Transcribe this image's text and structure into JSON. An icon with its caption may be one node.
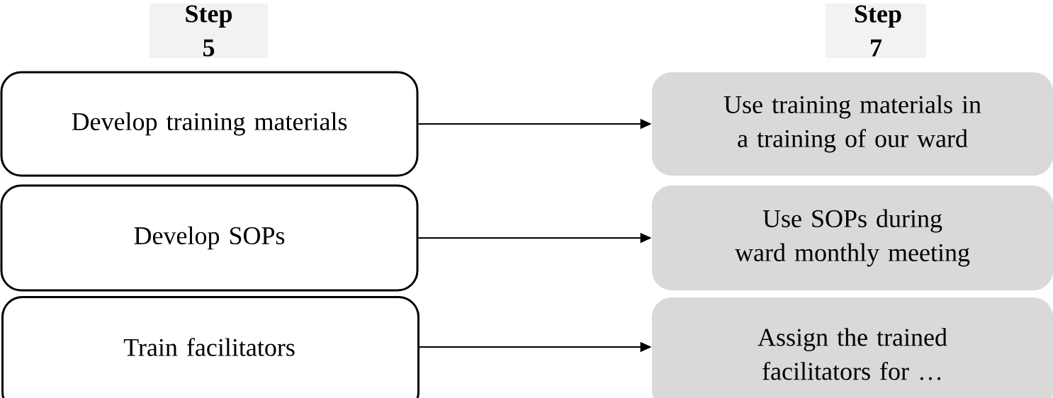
{
  "diagram": {
    "nodes": [
      {
        "text": [
          "Step 5"
        ]
      },
      {
        "text": [
          "Step 7"
        ]
      },
      {
        "text": [
          "Develop training materials"
        ]
      },
      {
        "text": [
          "Use training materials in a training of our ward"
        ]
      },
      {
        "text": [
          "Develop SOPs"
        ]
      },
      {
        "text": [
          "Use SOPs during ward monthly meeting"
        ]
      },
      {
        "text": [
          "Train facilitators"
        ]
      },
      {
        "text": [
          "Assign the trained facilitators for …"
        ]
      }
    ],
    "edges": [
      {
        "from": 2,
        "to": 3,
        "arrow": "to"
      },
      {
        "from": 4,
        "to": 5,
        "arrow": "to"
      },
      {
        "from": 6,
        "to": 7,
        "arrow": "to"
      }
    ]
  }
}
